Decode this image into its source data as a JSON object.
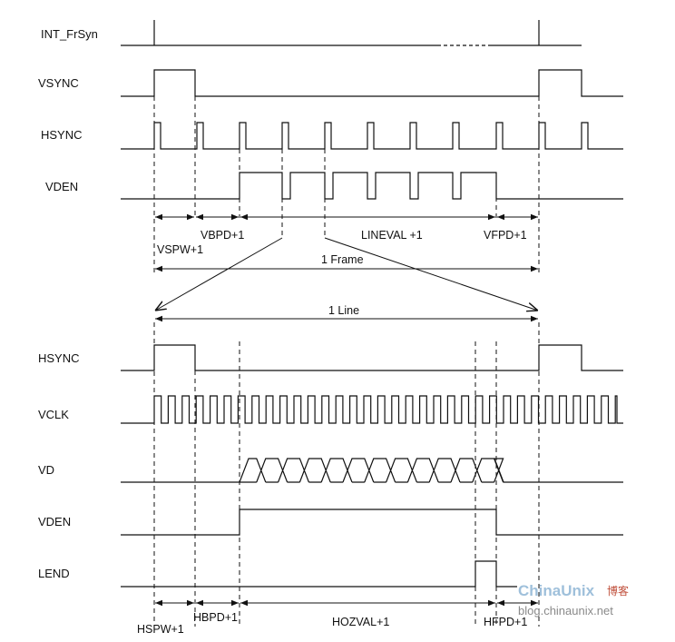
{
  "top_signals": [
    "INT_FrSyn",
    "VSYNC",
    "HSYNC",
    "VDEN"
  ],
  "bottom_signals": [
    "HSYNC",
    "VCLK",
    "VD",
    "VDEN",
    "LEND"
  ],
  "frame_annotations": {
    "vspw": "VSPW+1",
    "vbpd": "VBPD+1",
    "lineval": "LINEVAL +1",
    "vfpd": "VFPD+1",
    "frame": "1 Frame"
  },
  "line_annotations": {
    "line": "1 Line",
    "hspw": "HSPW+1",
    "hbpd": "HBPD+1",
    "hozval": "HOZVAL+1",
    "hfpd": "HFPD+1"
  },
  "watermark": {
    "brand": "ChinaUnix",
    "brand_cn": "博客",
    "url": "blog.chinaunix.net"
  },
  "colors": {
    "line": "#111111",
    "watermark_brand": "#9fc0db",
    "watermark_cn": "#c0503c",
    "watermark_url": "#8a8a8a"
  }
}
